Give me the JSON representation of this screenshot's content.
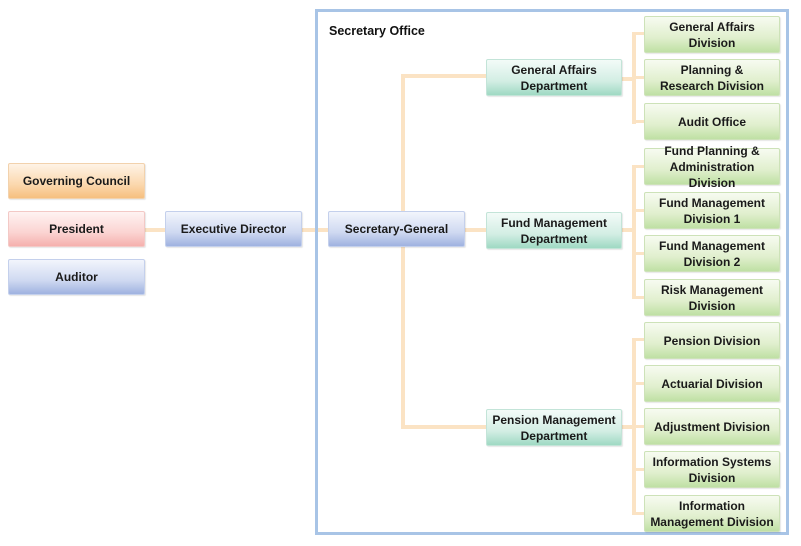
{
  "secretary_office": {
    "title": "Secretary Office"
  },
  "left": {
    "governing_council": "Governing Council",
    "president": "President",
    "auditor": "Auditor"
  },
  "executive_director": "Executive Director",
  "secretary_general": "Secretary-General",
  "departments": {
    "general_affairs": {
      "line1": "General Affairs",
      "line2": "Department"
    },
    "fund_management": {
      "line1": "Fund Management",
      "line2": "Department"
    },
    "pension_management": {
      "line1": "Pension Management",
      "line2": "Department"
    }
  },
  "divisions": {
    "general_affairs": {
      "d1": {
        "line1": "General Affairs Division"
      },
      "d2": {
        "line1": "Planning &",
        "line2": "Research Division"
      },
      "d3": {
        "line1": "Audit Office"
      }
    },
    "fund_management": {
      "d1": {
        "line1": "Fund Planning &",
        "line2": "Administration Division"
      },
      "d2": {
        "line1": "Fund Management",
        "line2": "Division 1"
      },
      "d3": {
        "line1": "Fund Management",
        "line2": "Division 2"
      },
      "d4": {
        "line1": "Risk Management",
        "line2": "Division"
      }
    },
    "pension_management": {
      "d1": {
        "line1": "Pension Division"
      },
      "d2": {
        "line1": "Actuarial Division"
      },
      "d3": {
        "line1": "Adjustment Division"
      },
      "d4": {
        "line1": "Information Systems",
        "line2": "Division"
      },
      "d5": {
        "line1": "Information",
        "line2": "Management Division"
      }
    }
  },
  "colors": {
    "frame_border": "#a8c4e6",
    "connector": "#fbe3c4",
    "governing_council": "#f6bf7f",
    "president": "#f5b0ad",
    "auditor_exec": "#9fb2e0",
    "department": "#9fd9c3",
    "division": "#bfe0a4"
  }
}
